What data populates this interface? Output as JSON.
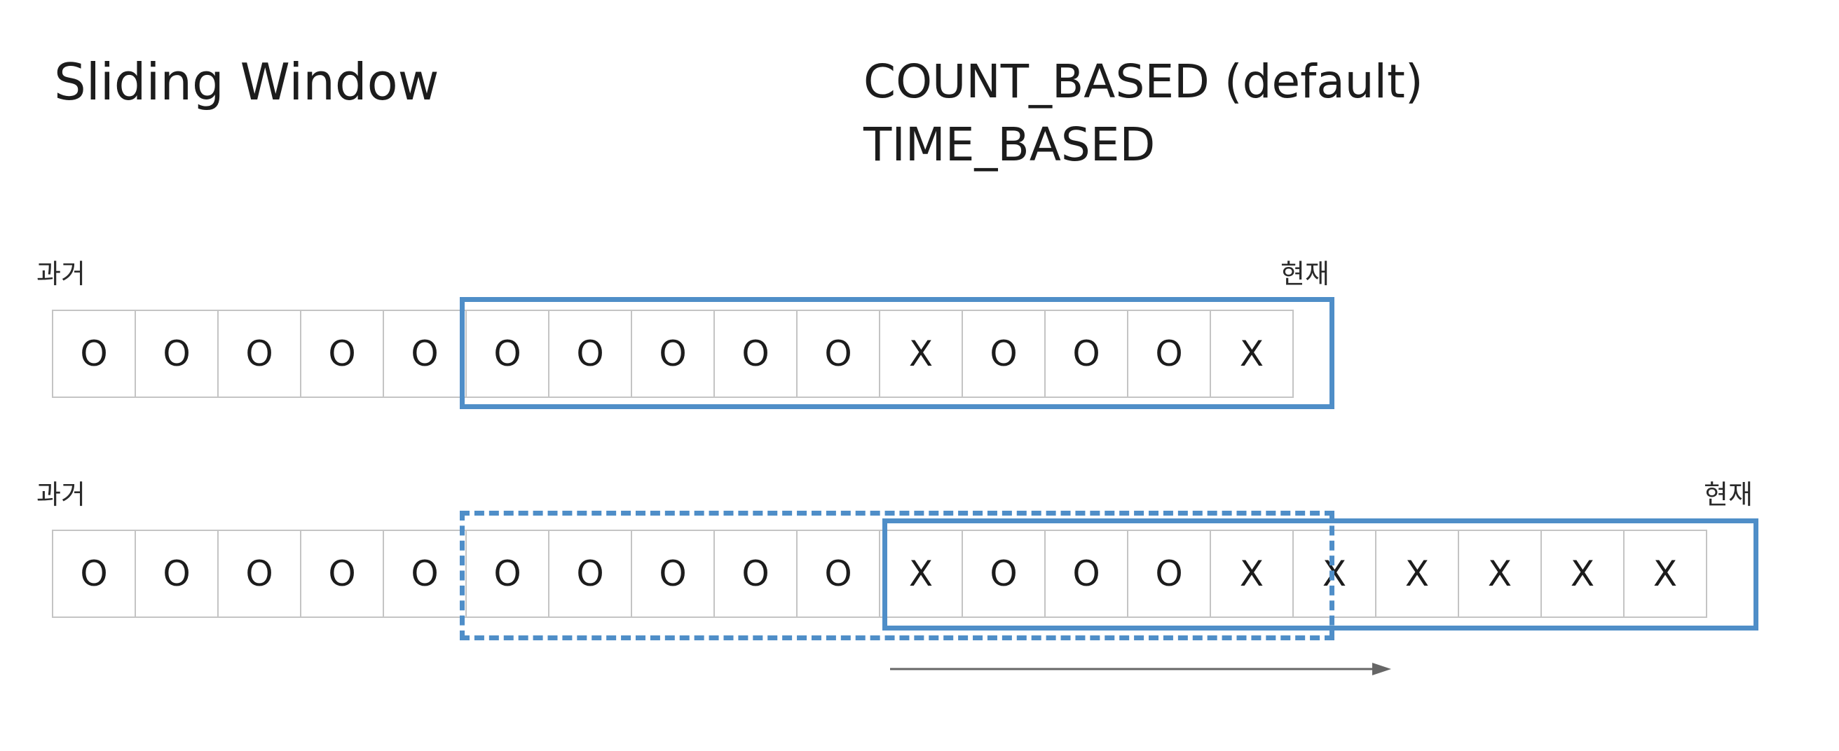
{
  "title": "Sliding Window",
  "modes": [
    "COUNT_BASED (default)",
    "TIME_BASED"
  ],
  "count_based": {
    "past_label": "과거",
    "present_label": "현재",
    "cells": [
      "O",
      "O",
      "O",
      "O",
      "O",
      "O",
      "O",
      "O",
      "O",
      "O",
      "X",
      "O",
      "O",
      "O",
      "X"
    ]
  },
  "time_based": {
    "past_label": "과거",
    "present_label": "현재",
    "cells": [
      "O",
      "O",
      "O",
      "O",
      "O",
      "O",
      "O",
      "O",
      "O",
      "O",
      "X",
      "O",
      "O",
      "O",
      "X",
      "X",
      "X",
      "X",
      "X",
      "X"
    ]
  },
  "colors": {
    "window": "#4f8ec8",
    "cell_border": "#c4c4c4",
    "arrow": "#666666"
  }
}
